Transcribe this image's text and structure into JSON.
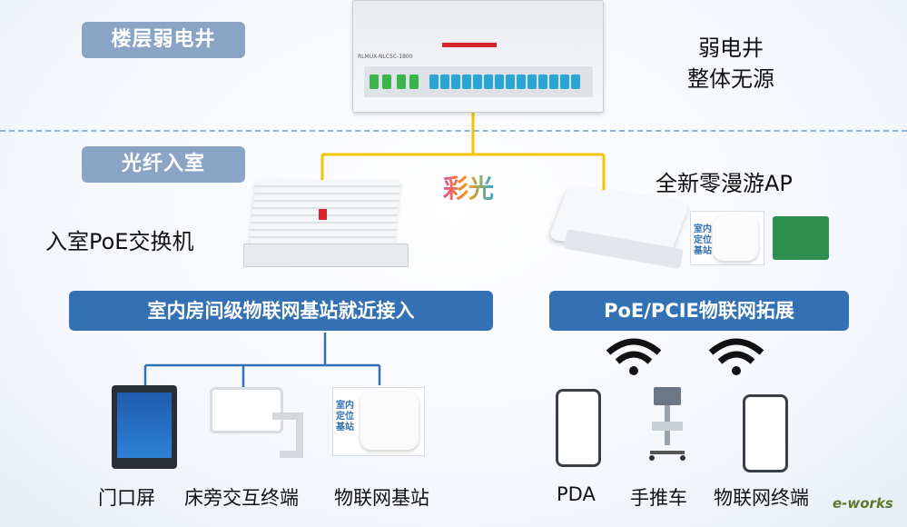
{
  "zones": {
    "floor": "楼层弱电井",
    "indoor": "光纤入室"
  },
  "odf": {
    "model_text": "RLMUX-NLC5C-1800",
    "note_line1": "弱电井",
    "note_line2": "整体无源"
  },
  "cable_label": "彩光",
  "switch_label": "入室PoE交换机",
  "ap_label": "全新零漫游AP",
  "left_section": {
    "title": "室内房间级物联网基站就近接入",
    "base_station_badge": "室内\n定位\n基站",
    "captions": [
      "门口屏",
      "床旁交互终端",
      "物联网基站"
    ]
  },
  "right_section": {
    "title": "PoE/PCIE物联网拓展",
    "ap_badge": "室内\n定位\n基站",
    "captions": [
      "PDA",
      "手推车",
      "物联网终端"
    ]
  },
  "colors": {
    "pill_grey": "#8aa4c6",
    "pill_blue": "#3470b4",
    "fiber_yellow": "#f5c400",
    "link_blue": "#3470b4",
    "port_blue": "#2aa5d8"
  },
  "icons": [
    "wifi-signal-icon",
    "wifi-signal-icon"
  ],
  "watermark": "e-works"
}
